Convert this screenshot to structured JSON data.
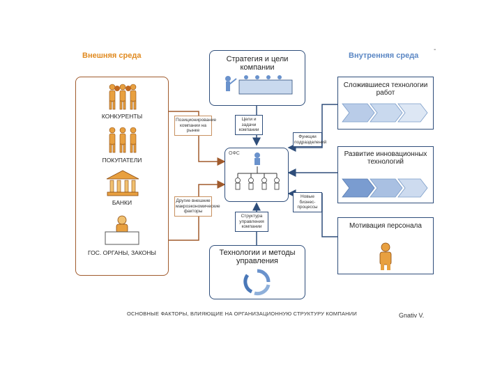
{
  "headings": {
    "external": "Внешняя среда",
    "internal": "Внутренняя среда"
  },
  "external_items": {
    "competitors": "КОНКУРЕНТЫ",
    "buyers": "ПОКУПАТЕЛИ",
    "banks": "БАНКИ",
    "gov": "ГОС. ОРГАНЫ, ЗАКОНЫ"
  },
  "notes": {
    "market_position": "Позиционирование компании на рынке",
    "other_factors": "Другие внешние макроэкономические факторы",
    "goals_tasks": "Цели и задачи компании",
    "unit_functions": "Функции подразделений",
    "new_processes": "Новые бизнес-процессы",
    "mgmt_structure": "Структура управления компании"
  },
  "center": {
    "strategy": "Стратегия и цели компании",
    "ofs": "ОФС",
    "methods": "Технологии и методы управления"
  },
  "internal_items": {
    "work_tech": "Сложившиеся технологии работ",
    "innovation": "Развитие инновационных технологий",
    "motivation": "Мотивация персонала"
  },
  "footer": {
    "caption": "ОСНОВНЫЕ ФАКТОРЫ, ВЛИЯЮЩИЕ НА ОРГАНИЗАЦИОННУЮ СТРУКТУРУ КОМПАНИИ",
    "author": "Gnativ V."
  },
  "colors": {
    "external_accent": "#e08a20",
    "internal_accent": "#5b87c4",
    "panel_border": "#a05a2c",
    "box_border": "#2e4d7a"
  }
}
